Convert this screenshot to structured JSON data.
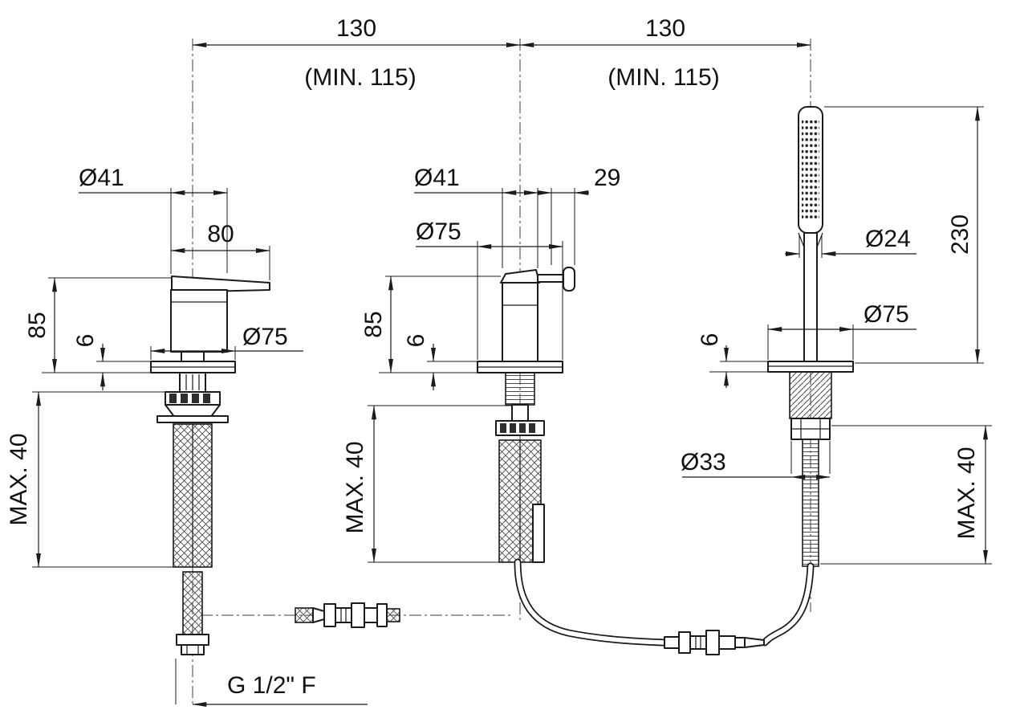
{
  "drawing": {
    "top": {
      "dim_left": "130",
      "dim_right": "130",
      "min_left": "(MIN. 115)",
      "min_right": "(MIN. 115)"
    },
    "left_unit": {
      "handle_dia": "Ø41",
      "handle_width": "80",
      "body_height": "85",
      "plate_thickness": "6",
      "plate_dia": "Ø75",
      "max_deck": "MAX. 40"
    },
    "middle_unit": {
      "body_dia": "Ø41",
      "plate_dia": "Ø75",
      "lever_offset": "29",
      "body_height": "85",
      "plate_thickness": "6",
      "max_deck": "MAX. 40"
    },
    "right_unit": {
      "handshower_dia": "Ø24",
      "handshower_height": "230",
      "plate_dia": "Ø75",
      "plate_thickness": "6",
      "shank_dia": "Ø33",
      "max_deck": "MAX. 40"
    },
    "connection": {
      "thread_label": "G 1/2\" F"
    }
  }
}
